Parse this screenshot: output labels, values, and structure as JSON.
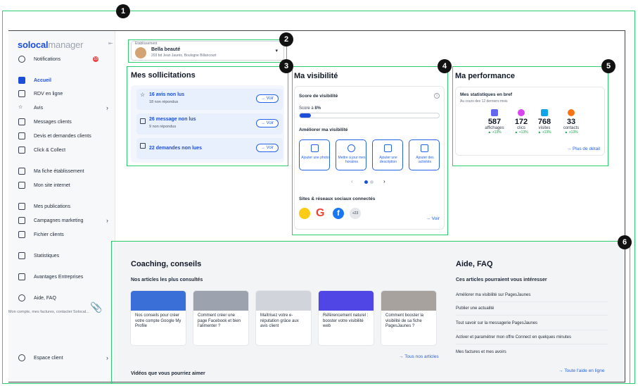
{
  "app": {
    "logo_main": "solocal",
    "logo_sub": "manager"
  },
  "sidebar": {
    "notifications": {
      "label": "Notifications",
      "count": "10"
    },
    "items": [
      {
        "label": "Accueil",
        "icon": "home-icon"
      },
      {
        "label": "RDV en ligne",
        "icon": "calendar-icon"
      },
      {
        "label": "Avis",
        "icon": "star-icon"
      },
      {
        "label": "Messages clients",
        "icon": "chat-icon"
      },
      {
        "label": "Devis et demandes clients",
        "icon": "document-icon"
      },
      {
        "label": "Click & Collect",
        "icon": "basket-icon"
      },
      {
        "label": "Ma fiche établissement",
        "icon": "store-icon"
      },
      {
        "label": "Mon site internet",
        "icon": "browser-icon"
      },
      {
        "label": "Mes publications",
        "icon": "edit-icon"
      },
      {
        "label": "Campagnes marketing",
        "icon": "mail-icon"
      },
      {
        "label": "Fichier clients",
        "icon": "users-icon"
      },
      {
        "label": "Statistiques",
        "icon": "chart-icon"
      },
      {
        "label": "Avantages Entreprises",
        "icon": "tag-icon"
      },
      {
        "label": "Aide, FAQ",
        "icon": "help-icon"
      }
    ],
    "footer_text": "Mon compte, mes factures, contacter Solocal...",
    "espace_client": "Espace client"
  },
  "establishment": {
    "caption": "Etablissement",
    "name": "Bella beauté",
    "address": "203 bd Jean Jaurès, Boulogne Billancourt"
  },
  "sollicitations": {
    "title": "Mes sollicitations",
    "rows": [
      {
        "title": "16 avis non lus",
        "sub": "18 non répondus",
        "button": "Voir"
      },
      {
        "title": "26 message non lus",
        "sub": "9 non répondus",
        "button": "Voir"
      },
      {
        "title": "22 demandes non lues",
        "sub": "",
        "button": "Voir"
      }
    ]
  },
  "visibilite": {
    "title": "Ma visibilité",
    "score_title": "Score de visibilité",
    "score_label": "Score à",
    "score_value": "8%",
    "improve_title": "Améliorer ma visibilité",
    "actions": [
      {
        "label": "Ajouter une photo"
      },
      {
        "label": "Mettre à jour mes horaires"
      },
      {
        "label": "Ajouter une description"
      },
      {
        "label": "Ajouter des activités"
      }
    ],
    "networks_title": "Sites & réseaux sociaux connectés",
    "networks_more": "+23",
    "voir": "Voir"
  },
  "performance": {
    "title": "Ma performance",
    "subtitle": "Mes statistiques en bref",
    "period": "Au cours des 12 derniers mois",
    "stats": [
      {
        "value": "587",
        "label": "affichages",
        "trend": "+13%",
        "color": "#6366f1"
      },
      {
        "value": "172",
        "label": "clics",
        "trend": "+13%",
        "color": "#d946ef"
      },
      {
        "value": "768",
        "label": "visites",
        "trend": "+13%",
        "color": "#0ea5e9"
      },
      {
        "value": "33",
        "label": "contacts",
        "trend": "+13%",
        "color": "#f97316"
      }
    ],
    "more": "Plus de détail"
  },
  "coaching": {
    "title": "Coaching, conseils",
    "subtitle": "Nos articles les plus consultés",
    "articles": [
      {
        "text": "Nos conseils pour créer votre compte Google My Profile",
        "color": "#3b6fd8"
      },
      {
        "text": "Comment créer une page Facebook et bien l’alimenter ?",
        "color": "#9ca3af"
      },
      {
        "text": "Maîtrisez votre e-réputation grâce aux avis client",
        "color": "#d1d5db"
      },
      {
        "text": "Référencement naturel : booster votre visibilité web",
        "color": "#4f46e5"
      },
      {
        "text": "Comment booster la visibilité de sa fiche PagesJaunes ?",
        "color": "#a8a29e"
      }
    ],
    "all_articles": "Tous nos articles",
    "videos_title": "Vidéos que vous pourriez aimer"
  },
  "faq": {
    "title": "Aide, FAQ",
    "subtitle": "Ces articles pourraient vous intéresser",
    "items": [
      "Améliorer ma visibilité sur PagesJaunes",
      "Publier une actualité",
      "Tout savoir sur la messagerie PagesJaunes",
      "Activer et paramétrer mon offre Connect en quelques minutes",
      "Mes factures et mes avoirs"
    ],
    "all_help": "Toute l'aide en ligne"
  },
  "markers": [
    "1",
    "2",
    "3",
    "4",
    "5",
    "6"
  ],
  "colors": {
    "accent": "#2563eb",
    "highlight_frame": "#2ecc71",
    "marker_bg": "#111111"
  }
}
